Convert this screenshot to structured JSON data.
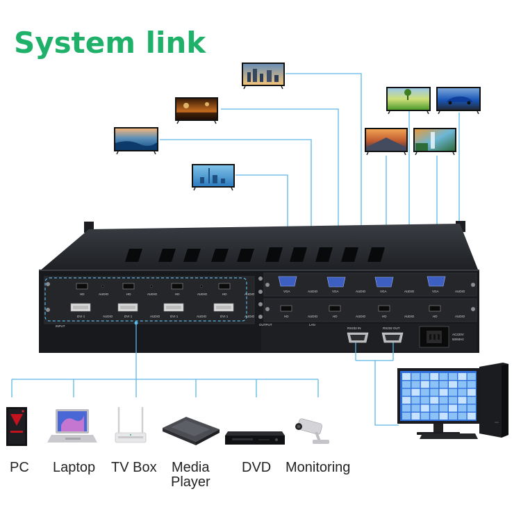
{
  "title": "System link",
  "colors": {
    "title": "#1fb16a",
    "wire": "#5bb8e6",
    "chassis": "#16181c",
    "panel": "#2a2c31",
    "vga_port": "#3d5fc2"
  },
  "device": {
    "input_section_label": "INPUT",
    "output_section_label": "OUTPUT",
    "lan_label": "LAN",
    "rs232_in_label": "RS232 IN",
    "rs232_out_label": "RS232 OUT",
    "power_label_line1": "AC220V",
    "power_label_line2": "50/60Hz",
    "input_hd_labels": [
      "HD",
      "HD",
      "HD",
      "HD"
    ],
    "input_dvi_labels": [
      "DVI 1",
      "DVI 1",
      "DVI 1",
      "DVI 1"
    ],
    "audio_label": "AUDIO",
    "output_vga_labels": [
      "VGA",
      "VGA",
      "VGA",
      "VGA"
    ],
    "output_hd_labels": [
      "HD",
      "HD",
      "HD",
      "HD"
    ]
  },
  "sources": [
    {
      "label": "PC",
      "icon": "pc-tower-icon"
    },
    {
      "label": "Laptop",
      "icon": "laptop-icon"
    },
    {
      "label": "TV Box",
      "icon": "tv-box-icon"
    },
    {
      "label_line1": "Media",
      "label_line2": "Player",
      "icon": "media-player-icon"
    },
    {
      "label": "DVD",
      "icon": "dvd-player-icon"
    },
    {
      "label": "Monitoring",
      "icon": "security-camera-icon"
    }
  ],
  "displays": [
    {
      "icon": "tv-city-skyline-icon"
    },
    {
      "icon": "tv-ocean-icon"
    },
    {
      "icon": "tv-concert-icon"
    },
    {
      "icon": "tv-sunset-city-icon"
    },
    {
      "icon": "tv-highway-icon"
    },
    {
      "icon": "tv-waterfall-icon"
    },
    {
      "icon": "tv-green-field-icon"
    },
    {
      "icon": "tv-blue-car-icon"
    }
  ],
  "control": {
    "icon": "control-computer-icon"
  }
}
